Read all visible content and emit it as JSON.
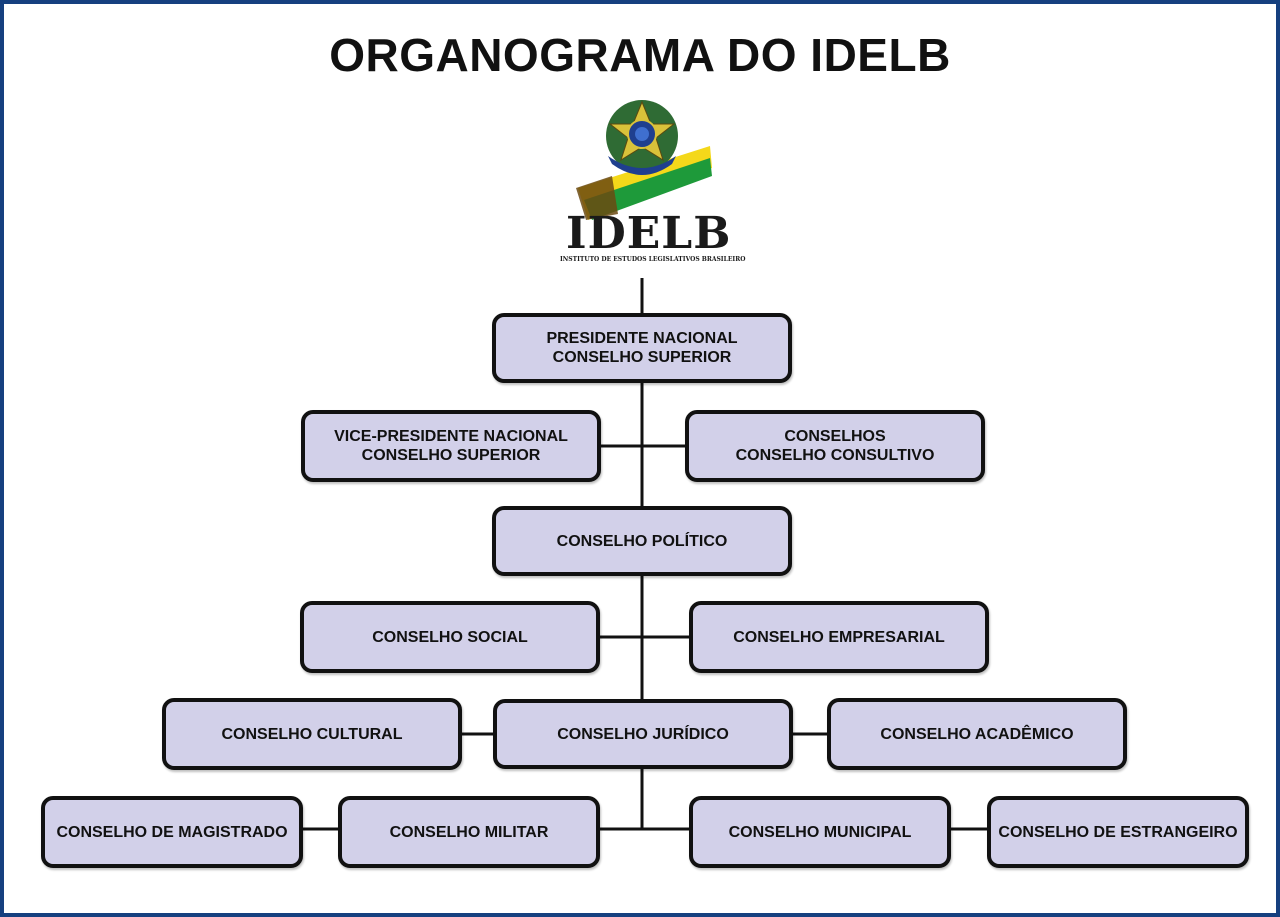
{
  "title": "ORGANOGRAMA DO IDELB",
  "logo": {
    "name": "IDELB",
    "subtitle": "INSTITUTO DE ESTUDOS LEGISLATIVOS BRASILEIRO"
  },
  "colors": {
    "frame": "#16407f",
    "box_fill": "#d2d0e9",
    "box_border": "#111111"
  },
  "nodes": {
    "presidente": [
      "PRESIDENTE NACIONAL",
      "CONSELHO SUPERIOR"
    ],
    "vice_presidente": [
      "VICE-PRESIDENTE NACIONAL",
      "CONSELHO SUPERIOR"
    ],
    "conselhos": [
      "CONSELHOS",
      "CONSELHO CONSULTIVO"
    ],
    "politico": "CONSELHO POLÍTICO",
    "social": "CONSELHO SOCIAL",
    "empresarial": "CONSELHO EMPRESARIAL",
    "cultural": "CONSELHO CULTURAL",
    "juridico": "CONSELHO JURÍDICO",
    "academico": "CONSELHO ACADÊMICO",
    "magistrado": "CONSELHO DE MAGISTRADO",
    "militar": "CONSELHO MILITAR",
    "municipal": "CONSELHO MUNICIPAL",
    "estrangeiro": "CONSELHO DE ESTRANGEIRO"
  }
}
